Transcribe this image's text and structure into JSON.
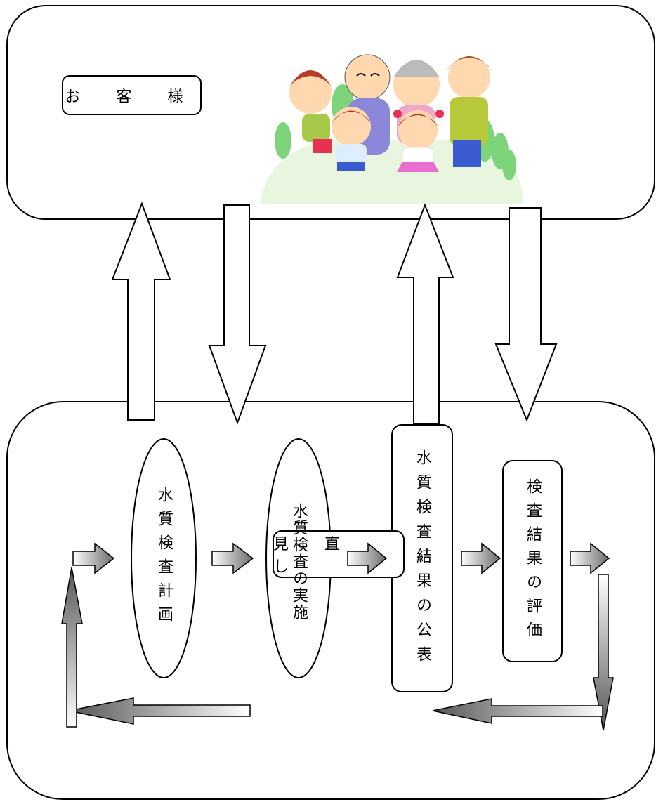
{
  "customer": {
    "label": "お 客 様"
  },
  "process": {
    "plan": "水質検査計画",
    "execution": "水質検査の実施",
    "publication": "水質検査結果の公表",
    "evaluation": "検査結果の評価",
    "review": "見 直 し"
  },
  "illustration": {
    "name": "family-group-icon"
  }
}
